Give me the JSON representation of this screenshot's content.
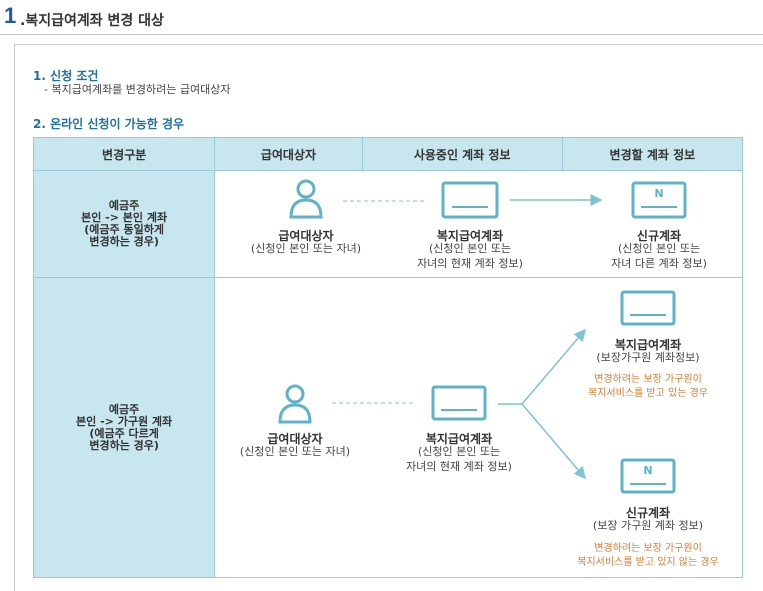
{
  "header": {
    "num": "1",
    "title": ".복지급여계좌 변경 대상"
  },
  "section1": {
    "title": "1. 신청 조건",
    "desc": "- 복지급여계좌를 변경하려는 급여대상자"
  },
  "section2": {
    "title": "2. 온라인 신청이 가능한 경우"
  },
  "table": {
    "headers": [
      "변경구분",
      "급여대상자",
      "사용중인 계좌 정보",
      "변경할 계좌 정보"
    ],
    "row1": {
      "label": [
        "예금주",
        "본인 -> 본인 계좌",
        "(예금주 동일하게",
        "변경하는 경우)"
      ],
      "person": {
        "title": "급여대상자",
        "sub": "(신청인 본인 또는 자녀)"
      },
      "current": {
        "title": "복지급여계좌",
        "sub1": "(신청인 본인 또는",
        "sub2": "자녀의 현재 계좌 정보)"
      },
      "new": {
        "title": "신규계좌",
        "sub1": "(신청인 본인 또는",
        "sub2": "자녀 다른 계좌 정보)"
      },
      "new_icon_letter": "N"
    },
    "row2": {
      "label": [
        "예금주",
        "본인 -> 가구원 계좌",
        "(예금주 다르게",
        "변경하는 경우)"
      ],
      "person": {
        "title": "급여대상자",
        "sub": "(신청인 본인 또는 자녀)"
      },
      "current": {
        "title": "복지급여계좌",
        "sub1": "(신청인 본인 또는",
        "sub2": "자녀의 현재 계좌 정보)"
      },
      "upper": {
        "title": "복지급여계좌",
        "sub": "(보장가구원 계좌정보)",
        "note1": "변경하려는 보장 가구원이",
        "note2": "복지서비스를 받고 있는 경우"
      },
      "lower": {
        "title": "신규계좌",
        "sub": "(보장 가구원 계좌 정보)",
        "note1": "변경하려는 보장 가구원이",
        "note2": "복지서비스를 받고 있지 않는 경우"
      },
      "new_icon_letter": "N"
    }
  },
  "colors": {
    "accent": "#1e6fa8",
    "cell": "#c7e6ee",
    "icon": "#5fb3c8",
    "note": "#e07a2e"
  }
}
